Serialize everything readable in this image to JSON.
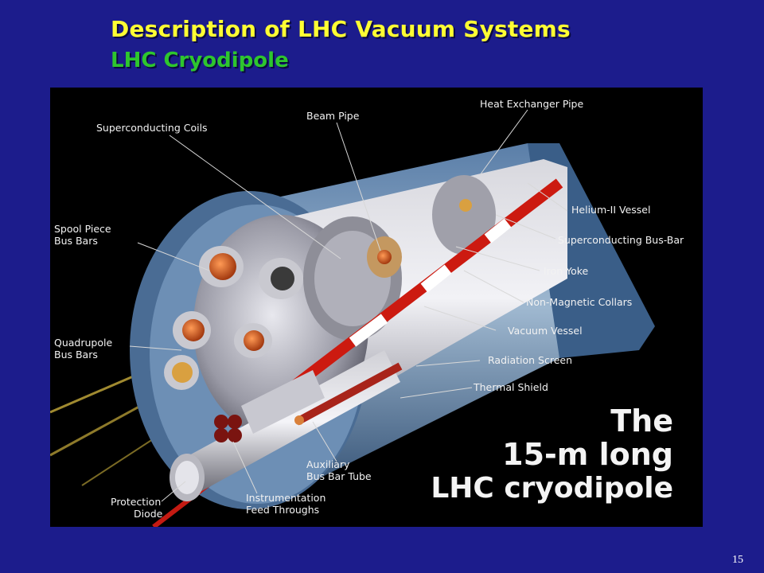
{
  "slide": {
    "title": "Description of LHC Vacuum Systems",
    "subtitle": "LHC Cryodipole",
    "page_number": "15"
  },
  "figure": {
    "headline": [
      "The",
      "15-m long",
      "LHC cryodipole"
    ],
    "labels": {
      "heat_exchanger_pipe": "Heat Exchanger Pipe",
      "beam_pipe": "Beam Pipe",
      "superconducting_coils": "Superconducting Coils",
      "helium_vessel": "Helium-II Vessel",
      "spool_piece_bus_bars_1": "Spool Piece",
      "spool_piece_bus_bars_2": "Bus Bars",
      "superconducting_bus_bar": "Superconducting Bus-Bar",
      "iron_yoke": "Iron Yoke",
      "non_magnetic_collars": "Non-Magnetic Collars",
      "quadrupole_bus_bars_1": "Quadrupole",
      "quadrupole_bus_bars_2": "Bus Bars",
      "vacuum_vessel": "Vacuum Vessel",
      "radiation_screen": "Radiation Screen",
      "thermal_shield": "Thermal Shield",
      "auxiliary_bus_bar_tube_1": "Auxiliary",
      "auxiliary_bus_bar_tube_2": "Bus Bar Tube",
      "protection_diode_1": "Protection",
      "protection_diode_2": "Diode",
      "instrumentation_feed_throughs_1": "Instrumentation",
      "instrumentation_feed_throughs_2": "Feed Throughs"
    }
  },
  "colors": {
    "background": "#1c1c8c",
    "title": "#ffff33",
    "subtitle": "#2ec62e",
    "figure_background": "#000000"
  }
}
